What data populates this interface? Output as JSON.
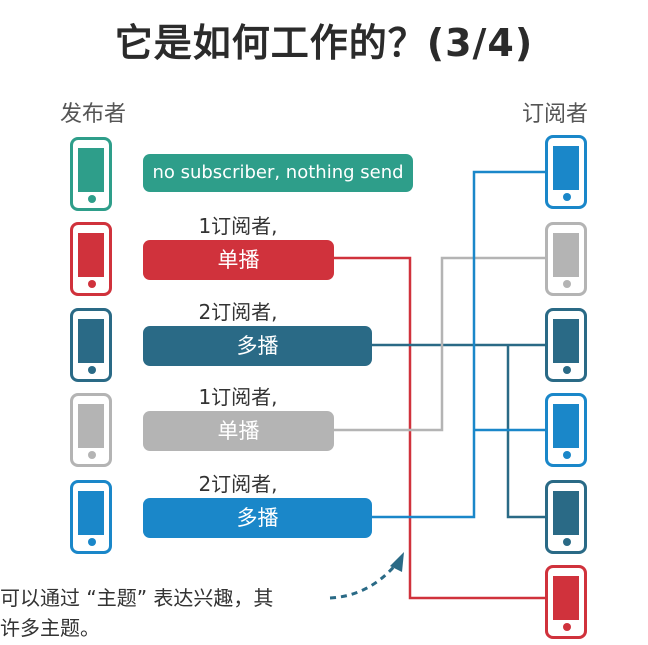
{
  "title": "它是如何工作的？(3/4)",
  "publisher_label": "发布者",
  "subscriber_label": "订阅者",
  "colors": {
    "green": "#2e9e8a",
    "red": "#d0323c",
    "dark_teal": "#2a6a86",
    "gray": "#b4b4b4",
    "blue": "#1a87c9"
  },
  "publishers": [
    {
      "name": "publisher-green",
      "color": "green",
      "count_label": "",
      "bar_label": "no subscriber, nothing send"
    },
    {
      "name": "publisher-red",
      "color": "red",
      "count_label": "1订阅者,",
      "bar_label": "单播"
    },
    {
      "name": "publisher-dark-teal",
      "color": "dark_teal",
      "count_label": "2订阅者,",
      "bar_label": "多播"
    },
    {
      "name": "publisher-gray",
      "color": "gray",
      "count_label": "1订阅者,",
      "bar_label": "单播"
    },
    {
      "name": "publisher-blue",
      "color": "blue",
      "count_label": "2订阅者,",
      "bar_label": "多播"
    }
  ],
  "subscribers": [
    {
      "name": "subscriber-blue-1",
      "color": "blue"
    },
    {
      "name": "subscriber-gray",
      "color": "gray"
    },
    {
      "name": "subscriber-dark-teal-1",
      "color": "dark_teal"
    },
    {
      "name": "subscriber-blue-2",
      "color": "blue"
    },
    {
      "name": "subscriber-dark-teal-2",
      "color": "dark_teal"
    },
    {
      "name": "subscriber-red",
      "color": "red"
    }
  ],
  "note": {
    "line1": "可以通过 “主题” 表达兴趣，其",
    "line2": "许多主题。"
  }
}
